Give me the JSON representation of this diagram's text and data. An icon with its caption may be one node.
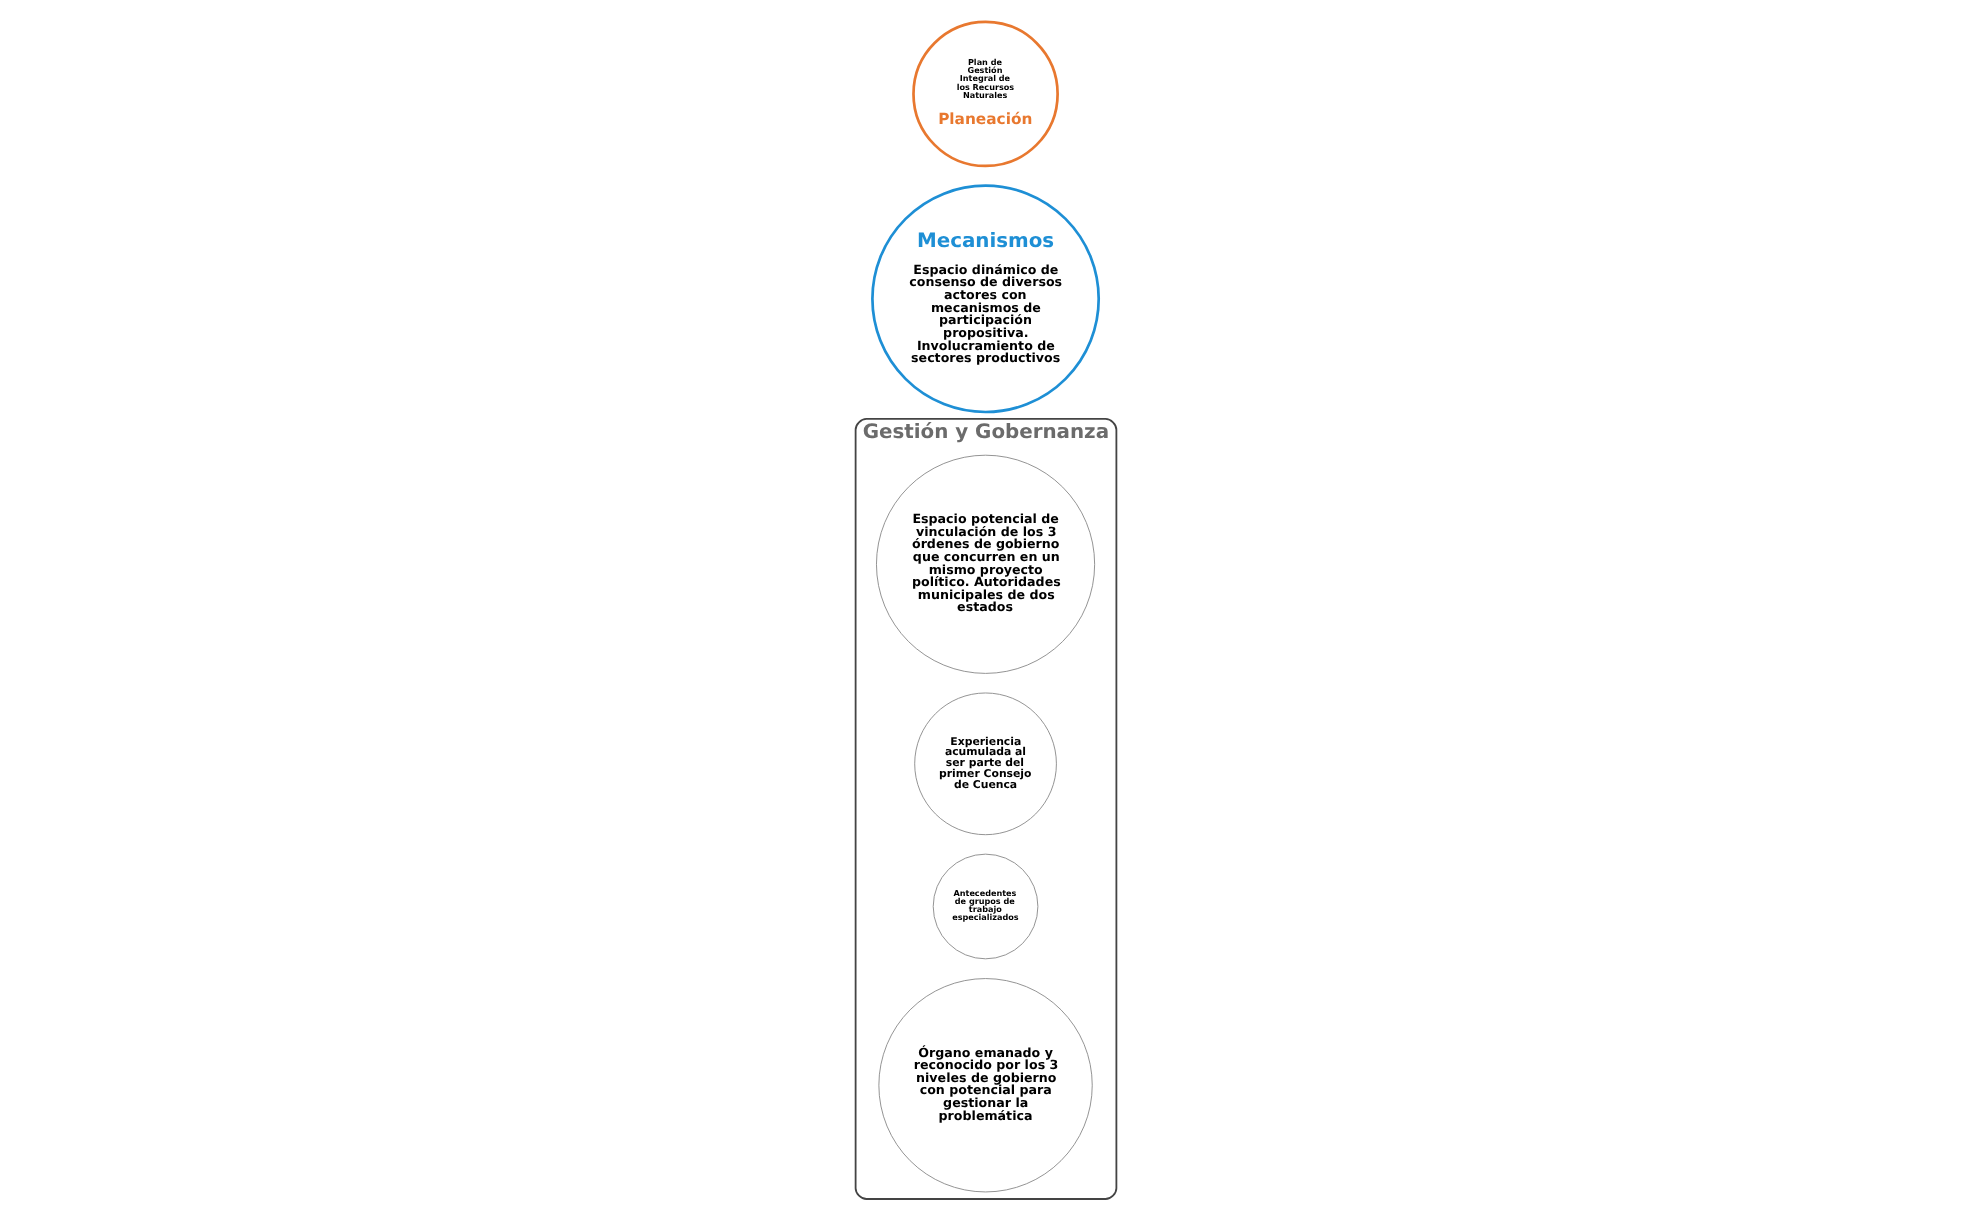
{
  "diagram": {
    "nodes": [
      {
        "text": [
          "Gestión y Gobernanza"
        ]
      },
      {
        "text": [
          "Espacio potencial de vinculación de los 3 órdenes de gobierno que concurren en un mismo proyecto político. Autoridades municipales de dos estados"
        ],
        "in": 0
      },
      {
        "text": [
          "Experiencia acumulada al ser parte del primer Consejo de Cuenca"
        ],
        "in": 0
      },
      {
        "text": [
          "Antecedentes de grupos de trabajo especializados"
        ],
        "in": 0
      },
      {
        "text": [
          "Órgano emanado y reconocido por los 3 niveles de gobierno con potencial para gestionar la problemática"
        ],
        "in": 0
      },
      {
        "text": [
          "Mecanismos",
          "Espacio dinámico de consenso de diversos actores con mecanismos de participación propositiva. Involucramiento de sectores productivos"
        ]
      },
      {
        "text": [
          "Plan de Gestión Integral de los Recursos Naturales",
          "Planeación"
        ]
      }
    ]
  }
}
